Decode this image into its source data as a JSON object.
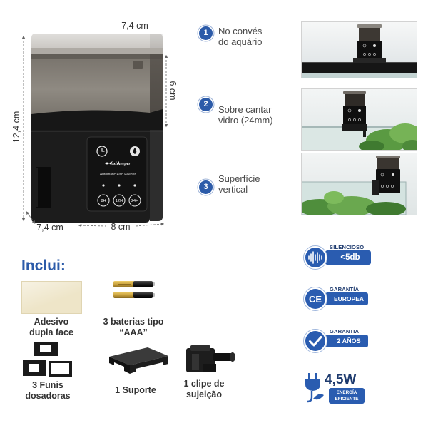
{
  "dimensions": {
    "top_depth": "7,4 cm",
    "hopper_height": "6 cm",
    "total_height": "12,4 cm",
    "bottom_depth": "7,4 cm",
    "bottom_width": "8 cm"
  },
  "feeder": {
    "brand": "fishkeeper",
    "model": "Automatic Fish Feeder",
    "buttons": [
      "8H",
      "12H",
      "24H"
    ]
  },
  "mounting": [
    {
      "number": "1",
      "lines": [
        "No convés",
        "do aquário"
      ]
    },
    {
      "number": "2",
      "lines": [
        "Sobre cantar",
        "vidro (24mm)"
      ]
    },
    {
      "number": "3",
      "lines": [
        "Superfície",
        "vertical"
      ]
    }
  ],
  "includes": {
    "title": "Inclui:",
    "items": [
      {
        "lines": [
          "Adesivo",
          "dupla face"
        ]
      },
      {
        "lines": [
          "3 baterias tipo",
          "“AAA”"
        ]
      },
      {
        "lines": [
          "3 Funis",
          "dosadoras"
        ]
      },
      {
        "lines": [
          "1 Suporte"
        ]
      },
      {
        "lines": [
          "1 clipe de",
          "sujeição"
        ]
      }
    ]
  },
  "badges": {
    "silent": {
      "label": "SILENCIOSO",
      "value": "<5db",
      "icon": "sound-wave-icon"
    },
    "european": {
      "label": "GARANTÍA",
      "value": "EUROPEA",
      "mark": "CE",
      "icon": "ce-mark-icon"
    },
    "warranty": {
      "label": "GARANTIA",
      "value": "2 AÑOS",
      "icon": "checkmark-icon"
    },
    "power": {
      "value": "4,5W",
      "lines": [
        "ENERGÍA",
        "EFICIENTE"
      ],
      "icon": "eco-plug-icon"
    }
  },
  "colors": {
    "accent": "#2c5ba9",
    "badge": "#2a5cb0",
    "badge_text": "#1d3a6e",
    "feeder_body": "#1c1c1c",
    "hopper": "#8f8a82"
  }
}
